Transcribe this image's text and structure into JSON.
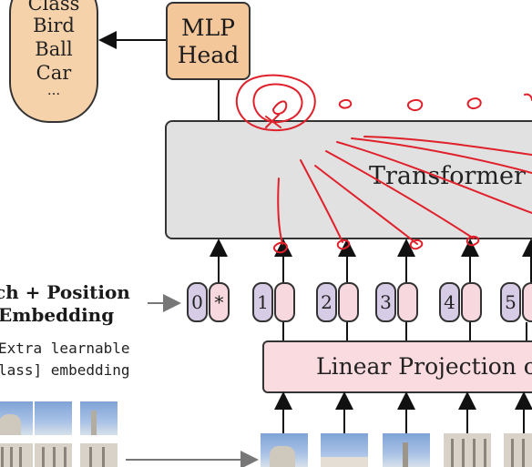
{
  "classes": {
    "items": [
      "Class",
      "Bird",
      "Ball",
      "Car",
      "..."
    ]
  },
  "mlp_head": {
    "line1": "MLP",
    "line2": "Head"
  },
  "transformer": {
    "label": "Transformer E"
  },
  "embedding": {
    "line1": "ch + Position",
    "line2": "Embedding",
    "star": "*"
  },
  "extra": {
    "line1": "Extra learnable",
    "line2": "lass] embedding"
  },
  "linear": {
    "label": "Linear Projection o"
  },
  "tokens": [
    "0",
    "1",
    "2",
    "3",
    "4",
    "5"
  ],
  "colors": {
    "annotation": "#e0202a",
    "mlp": "#f4c79b",
    "transformer": "#e1e1e1",
    "linear": "#f9dbe0",
    "position": "#d6cce6"
  }
}
